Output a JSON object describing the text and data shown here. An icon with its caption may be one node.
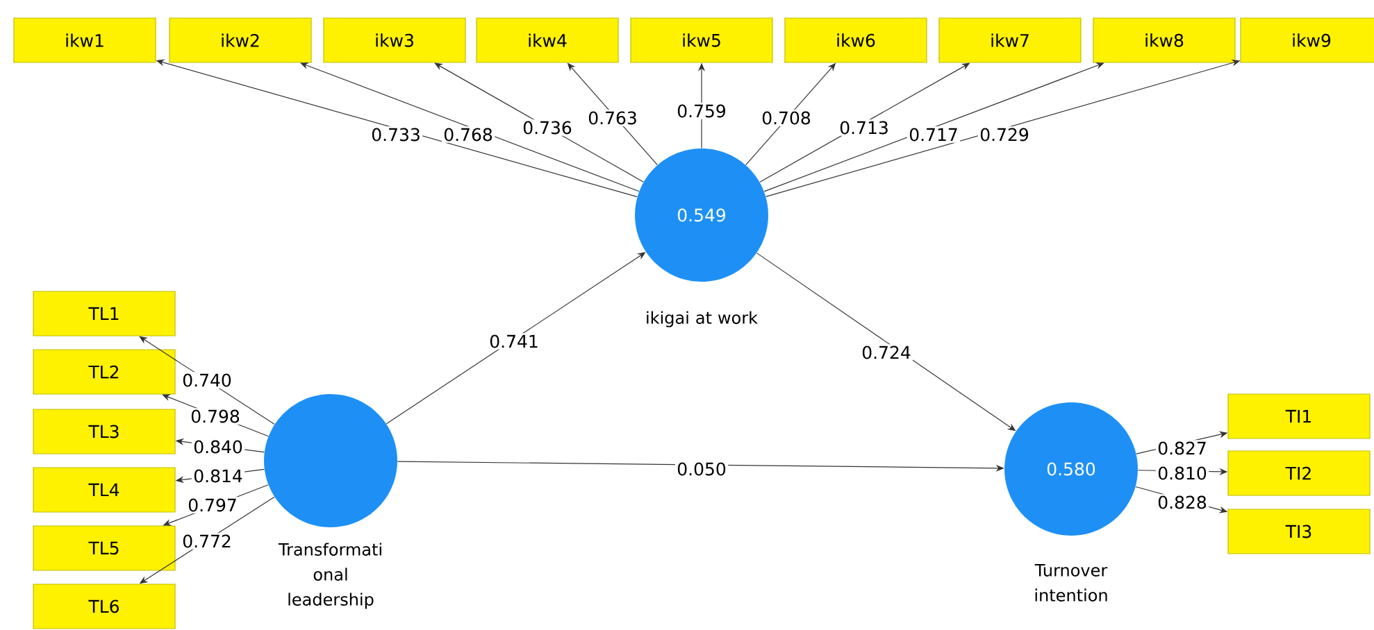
{
  "diagram": {
    "nodes": [
      {
        "text": [
          "ikw1"
        ]
      },
      {
        "text": [
          "ikw2"
        ]
      },
      {
        "text": [
          "ikw3"
        ]
      },
      {
        "text": [
          "ikw4"
        ]
      },
      {
        "text": [
          "ikw5"
        ]
      },
      {
        "text": [
          "ikw6"
        ]
      },
      {
        "text": [
          "ikw7"
        ]
      },
      {
        "text": [
          "ikw8"
        ]
      },
      {
        "text": [
          "ikw9"
        ]
      },
      {
        "text": [
          "0.549"
        ],
        "beside": [
          "ikigai at work"
        ]
      },
      {
        "text": [
          "TL1"
        ]
      },
      {
        "text": [
          "TL2"
        ]
      },
      {
        "text": [
          "TL3"
        ]
      },
      {
        "text": [
          "TL4"
        ]
      },
      {
        "text": [
          "TL5"
        ]
      },
      {
        "text": [
          "TL6"
        ]
      },
      {
        "text": [],
        "shape": "circle",
        "beside": [
          "Transformati onal leadership"
        ]
      },
      {
        "text": [
          "0.580"
        ],
        "beside": [
          "Turnover intention"
        ]
      },
      {
        "text": [
          "TI1"
        ]
      },
      {
        "text": [
          "TI2"
        ]
      },
      {
        "text": [
          "TI3"
        ]
      }
    ],
    "edges": [
      {
        "from": 9,
        "to": 0,
        "arrow": "to",
        "label": "0.733"
      },
      {
        "from": 9,
        "to": 1,
        "arrow": "to",
        "label": "0.768"
      },
      {
        "from": 9,
        "to": 2,
        "arrow": "to",
        "label": "0.736"
      },
      {
        "from": 9,
        "to": 3,
        "arrow": "to",
        "label": "0.763"
      },
      {
        "from": 9,
        "to": 4,
        "arrow": "to",
        "label": "0.759"
      },
      {
        "from": 9,
        "to": 5,
        "arrow": "to",
        "label": "0.708"
      },
      {
        "from": 9,
        "to": 6,
        "arrow": "to",
        "label": "0.713"
      },
      {
        "from": 9,
        "to": 7,
        "arrow": "to",
        "label": "0.717"
      },
      {
        "from": 9,
        "to": 8,
        "arrow": "to",
        "label": "0.729"
      },
      {
        "from": 16,
        "to": 10,
        "arrow": "to",
        "label": "0.740"
      },
      {
        "from": 16,
        "to": 11,
        "arrow": "to",
        "label": "0.798"
      },
      {
        "from": 16,
        "to": 12,
        "arrow": "to",
        "label": "0.840"
      },
      {
        "from": 16,
        "to": 13,
        "arrow": "to",
        "label": "0.814"
      },
      {
        "from": 16,
        "to": 14,
        "arrow": "to",
        "label": "0.797"
      },
      {
        "from": 16,
        "to": 15,
        "arrow": "to",
        "label": "0.772"
      },
      {
        "from": 16,
        "to": 9,
        "arrow": "to",
        "label": "0.741"
      },
      {
        "from": 9,
        "to": 17,
        "arrow": "to",
        "label": "0.724"
      },
      {
        "from": 16,
        "to": 17,
        "arrow": "to",
        "label": "0.050"
      },
      {
        "from": 17,
        "to": 18,
        "arrow": "to",
        "label": "0.827"
      },
      {
        "from": 17,
        "to": 19,
        "arrow": "to",
        "label": "0.810"
      },
      {
        "from": 17,
        "to": 20,
        "arrow": "to",
        "label": "0.828"
      }
    ]
  }
}
